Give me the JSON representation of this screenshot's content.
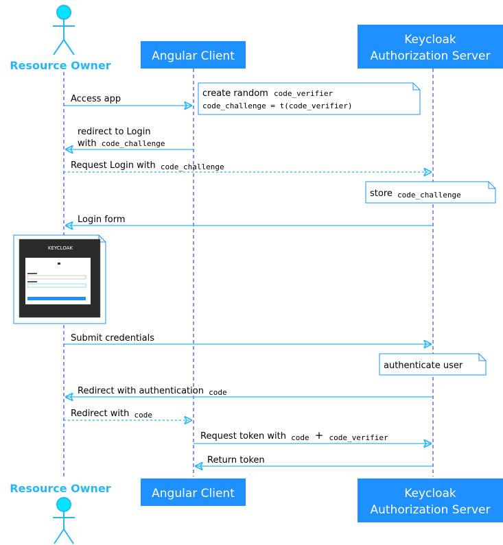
{
  "participants": {
    "resource_owner": "Resource Owner",
    "angular_client": "Angular Client",
    "keycloak_line1": "Keycloak",
    "keycloak_line2": "Authorization Server"
  },
  "messages": {
    "m1": "Access app",
    "m2_line1": "redirect to Login",
    "m2_line2_prefix": "with",
    "m2_line2_code": "code_challenge",
    "m3_prefix": "Request Login with",
    "m3_code": "code_challenge",
    "m4": "Login form",
    "m5": "Submit credentials",
    "m6_prefix": "Redirect with authentication",
    "m6_code": "code",
    "m7_prefix": "Redirect with",
    "m7_code": "code",
    "m8_prefix": "Request token with",
    "m8_code1": "code",
    "m8_plus": "+",
    "m8_code2": "code_verifier",
    "m9": "Return token"
  },
  "notes": {
    "n1_line1_prefix": "create random",
    "n1_line1_code": "code_verifier",
    "n1_line2": "code_challenge = t(code_verifier)",
    "n2_prefix": "store",
    "n2_code": "code_challenge",
    "n3": "authenticate user"
  },
  "login_image": {
    "brand": "KEYCLOAK"
  },
  "colors": {
    "primary": "#1e90ff",
    "arrow": "#29b6f6",
    "lifeline": "#1a1aff",
    "actor_fill": "#00e5ff",
    "actor_title": "#29b6f6",
    "note_border": "#1e90ff"
  }
}
